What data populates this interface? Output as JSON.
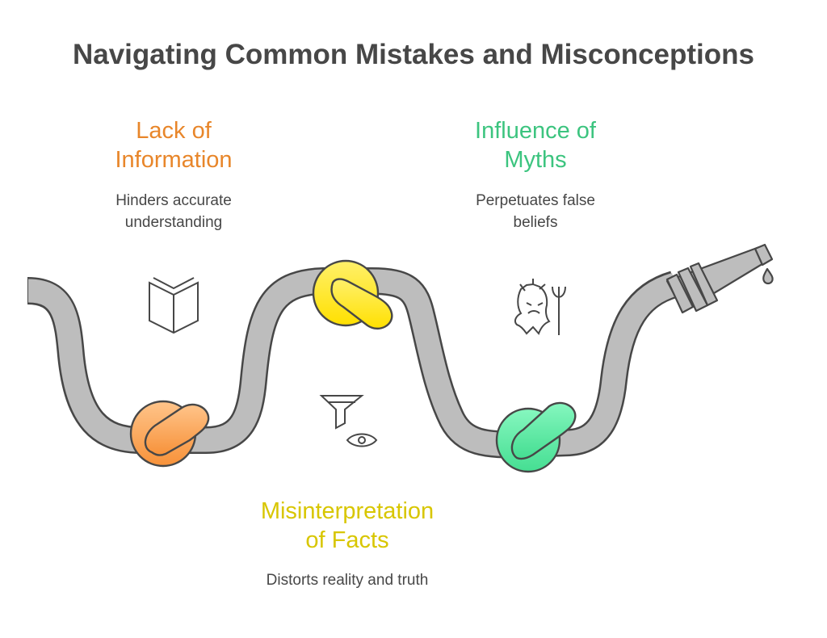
{
  "title": "Navigating Common Mistakes and Misconceptions",
  "items": [
    {
      "heading_line1": "Lack of",
      "heading_line2": "Information",
      "desc_line1": "Hinders accurate",
      "desc_line2": "understanding",
      "color": "#E8862A",
      "icon": "open-book-icon"
    },
    {
      "heading_line1": "Misinterpretation",
      "heading_line2": "of Facts",
      "desc_line1": "Distorts reality and truth",
      "color": "#D8C600",
      "icon": "funnel-eye-icon"
    },
    {
      "heading_line1": "Influence of",
      "heading_line2": "Myths",
      "desc_line1": "Perpetuates false",
      "desc_line2": "beliefs",
      "color": "#3CC47F",
      "icon": "poseidon-trident-icon"
    }
  ]
}
